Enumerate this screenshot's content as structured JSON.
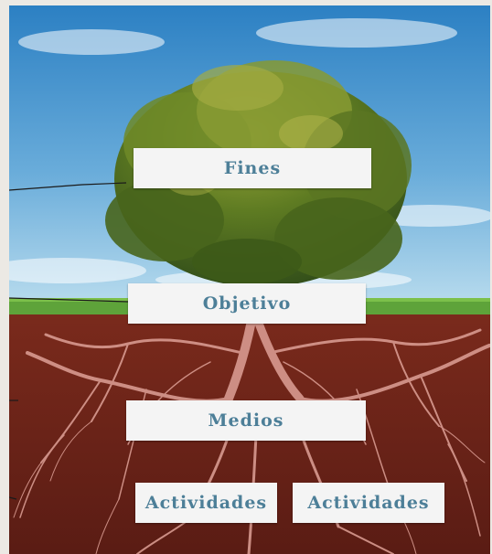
{
  "diagram": {
    "labels": {
      "fines": "Fines",
      "objetivo": "Objetivo",
      "medios": "Medios",
      "actividades_left": "Actividades",
      "actividades_right": "Actividades"
    }
  },
  "colors": {
    "sky_top": "#2c80c3",
    "sky_bottom": "#b9dcee",
    "grass": "#5ea33a",
    "soil": "#6b2318",
    "roots": "#d89a90",
    "canopy": "#4f6d1c",
    "label_text": "#4d7f98",
    "label_bg": "#f4f4f4"
  },
  "icons": [
    "tree-illustration",
    "roots-illustration"
  ]
}
